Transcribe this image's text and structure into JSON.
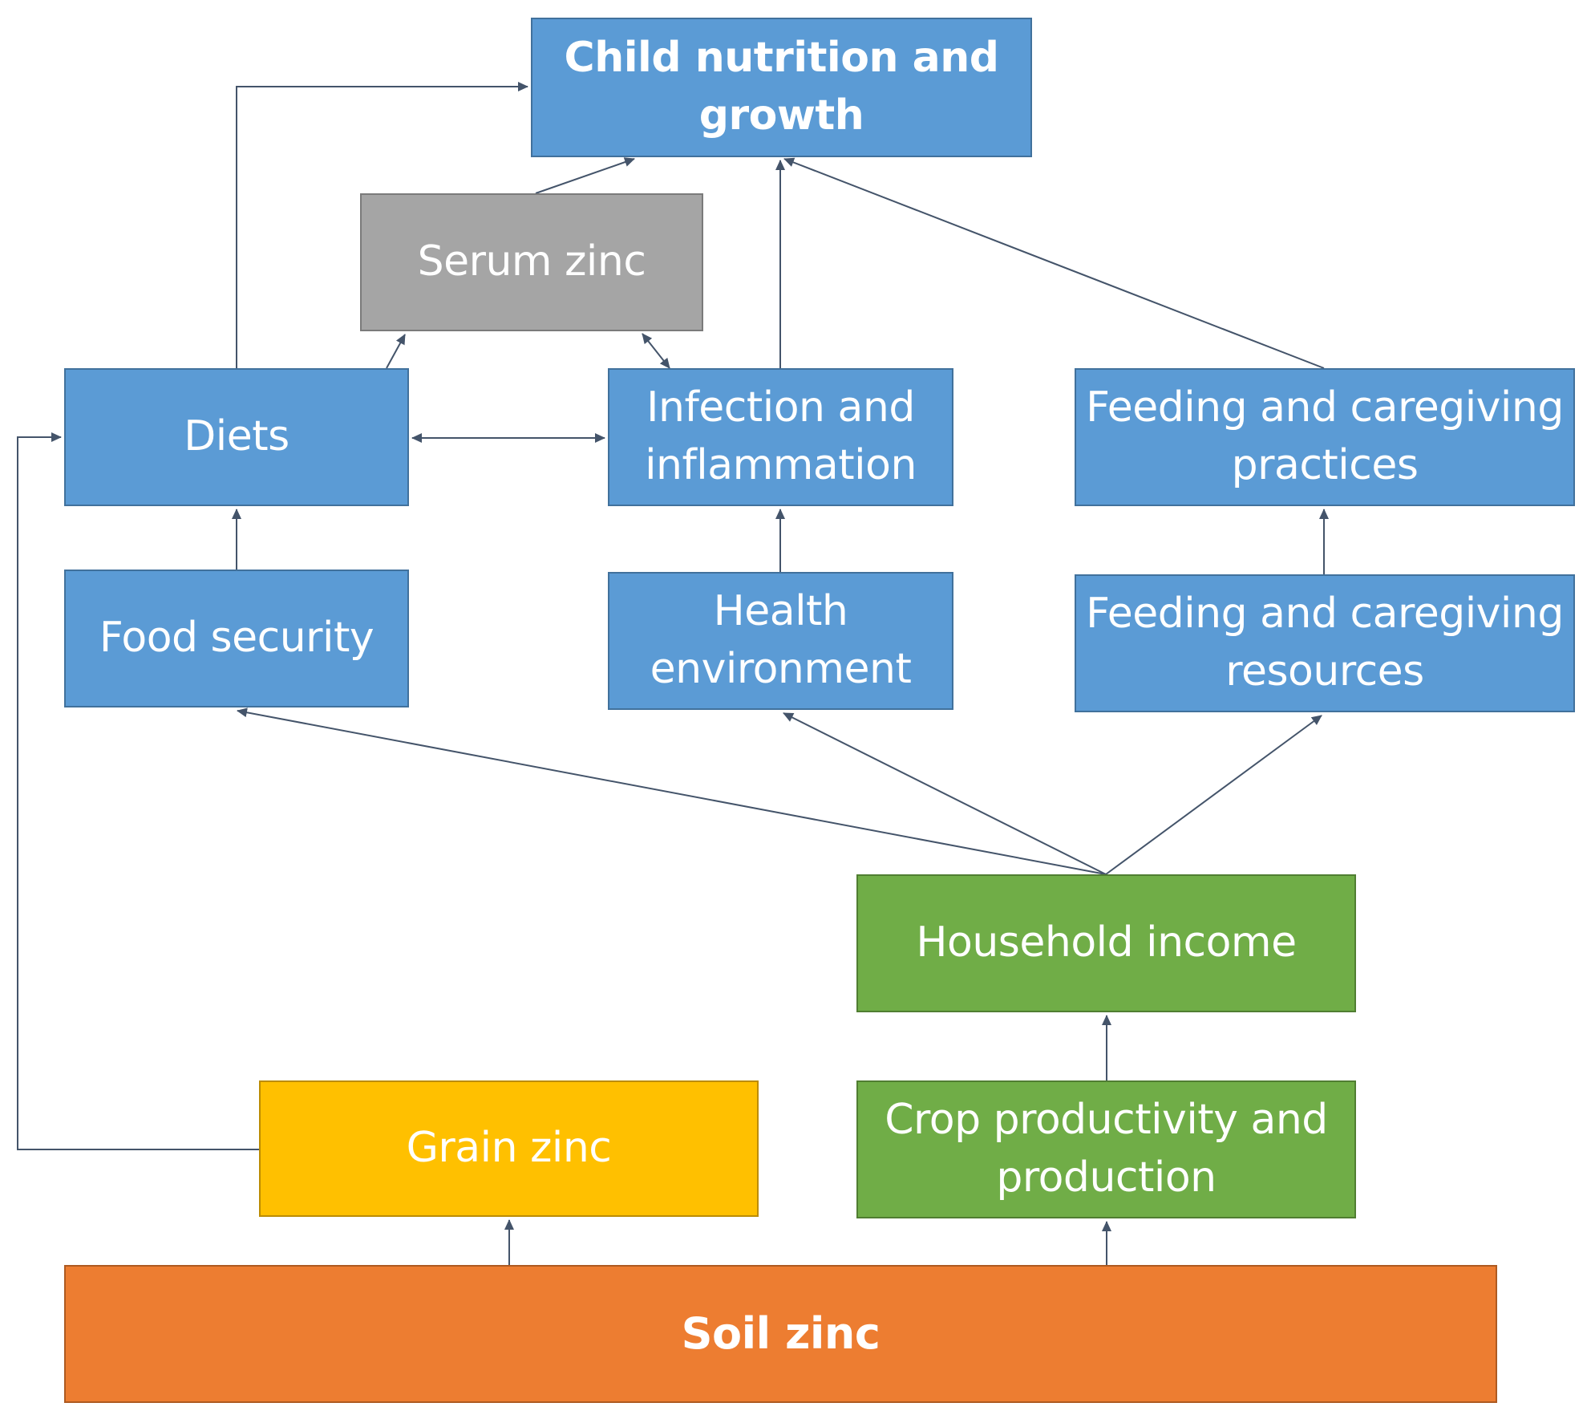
{
  "nodes": {
    "child_nutrition": {
      "line1": "Child nutrition and",
      "line2": "growth",
      "color": "#5b9bd5"
    },
    "serum_zinc": {
      "label": "Serum zinc",
      "color": "#a5a5a5"
    },
    "diets": {
      "label": "Diets",
      "color": "#5b9bd5"
    },
    "infection": {
      "line1": "Infection and",
      "line2": "inflammation",
      "color": "#5b9bd5"
    },
    "feeding_practices": {
      "line1": "Feeding and caregiving",
      "line2": "practices",
      "color": "#5b9bd5"
    },
    "food_security": {
      "label": "Food security",
      "color": "#5b9bd5"
    },
    "health_environment": {
      "line1": "Health",
      "line2": "environment",
      "color": "#5b9bd5"
    },
    "feeding_resources": {
      "line1": "Feeding and caregiving",
      "line2": "resources",
      "color": "#5b9bd5"
    },
    "household_income": {
      "label": "Household income",
      "color": "#70ad47"
    },
    "grain_zinc": {
      "label": "Grain zinc",
      "color": "#ffc000"
    },
    "crop_productivity": {
      "line1": "Crop productivity and",
      "line2": "production",
      "color": "#70ad47"
    },
    "soil_zinc": {
      "label": "Soil zinc",
      "color": "#ed7d31"
    }
  },
  "edges": [
    {
      "from": "soil_zinc",
      "to": "grain_zinc"
    },
    {
      "from": "soil_zinc",
      "to": "crop_productivity"
    },
    {
      "from": "crop_productivity",
      "to": "household_income"
    },
    {
      "from": "grain_zinc",
      "to": "diets"
    },
    {
      "from": "household_income",
      "to": "food_security"
    },
    {
      "from": "household_income",
      "to": "health_environment"
    },
    {
      "from": "household_income",
      "to": "feeding_resources"
    },
    {
      "from": "food_security",
      "to": "diets"
    },
    {
      "from": "health_environment",
      "to": "infection"
    },
    {
      "from": "feeding_resources",
      "to": "feeding_practices"
    },
    {
      "from": "diets",
      "to": "infection",
      "bidirectional": true
    },
    {
      "from": "diets",
      "to": "serum_zinc"
    },
    {
      "from": "infection",
      "to": "serum_zinc",
      "bidirectional": true
    },
    {
      "from": "serum_zinc",
      "to": "child_nutrition"
    },
    {
      "from": "diets",
      "to": "child_nutrition"
    },
    {
      "from": "infection",
      "to": "child_nutrition"
    },
    {
      "from": "feeding_practices",
      "to": "child_nutrition"
    }
  ],
  "colors": {
    "line": "#44546a"
  }
}
